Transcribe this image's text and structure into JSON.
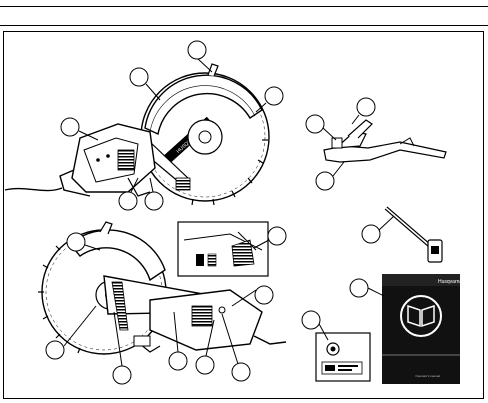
{
  "page": {
    "title": "Parts illustration: power cutter overview and supplied items"
  },
  "manual_cover": {
    "brand": "Husqvarna",
    "footer": "Operator's manual"
  },
  "cutter_brand_text": "HUSQVARNA"
}
